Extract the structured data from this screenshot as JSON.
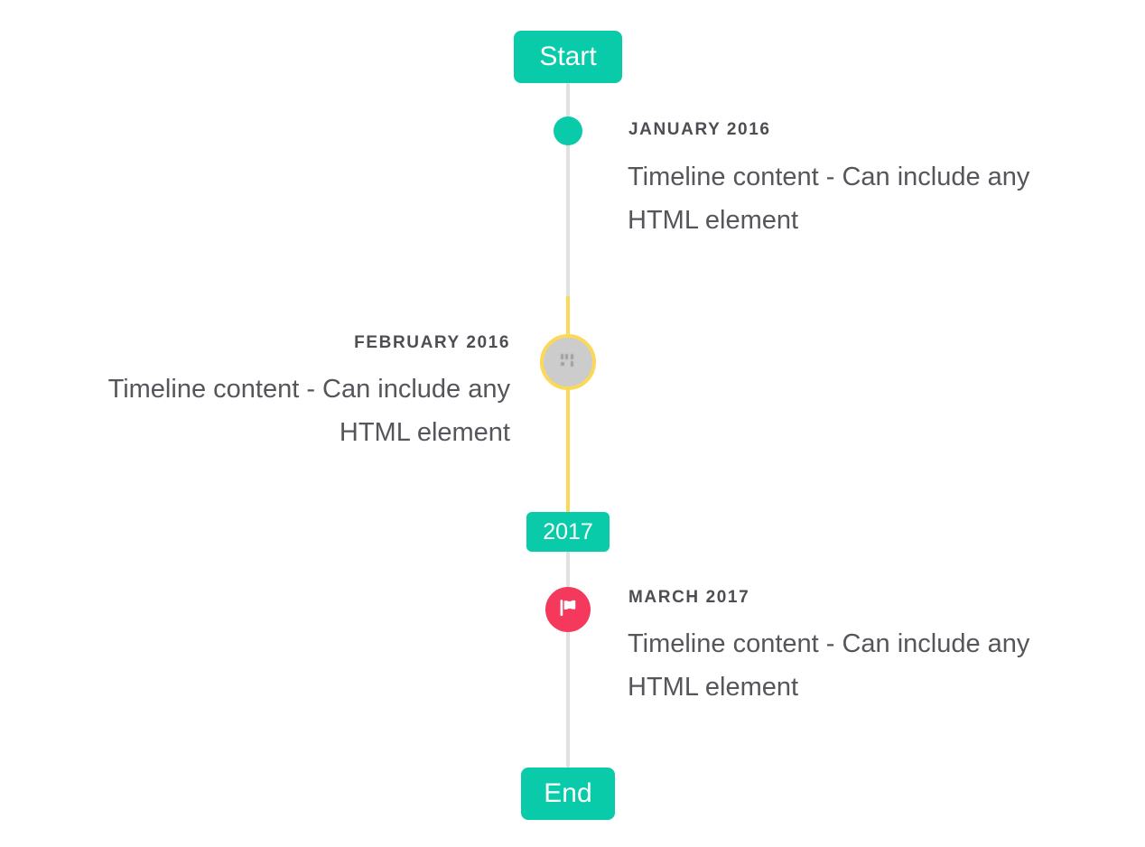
{
  "colors": {
    "accent_teal": "#09cba9",
    "highlight_yellow": "#fad859",
    "marker_red": "#f4395d",
    "line_gray": "#e0e0e0",
    "image_circle_gray": "#cccccc",
    "title_text": "#4d4e53",
    "content_text": "#55565b"
  },
  "timeline": {
    "start_label": "Start",
    "end_label": "End",
    "year_badge": "2017",
    "entries": [
      {
        "id": "january-2016",
        "side": "right",
        "marker": "teal-dot",
        "title": "JANUARY 2016",
        "content_lines": [
          "Timeline content - Can include any",
          "HTML element"
        ]
      },
      {
        "id": "february-2016",
        "side": "left",
        "marker": "gray-image-circle-yellow-ring",
        "title": "FEBRUARY 2016",
        "content_lines": [
          "Timeline content - Can include any",
          "HTML element"
        ]
      },
      {
        "id": "march-2017",
        "side": "right",
        "marker": "red-flag-circle",
        "title": "MARCH 2017",
        "content_lines": [
          "Timeline content - Can include any",
          "HTML element"
        ]
      }
    ]
  }
}
